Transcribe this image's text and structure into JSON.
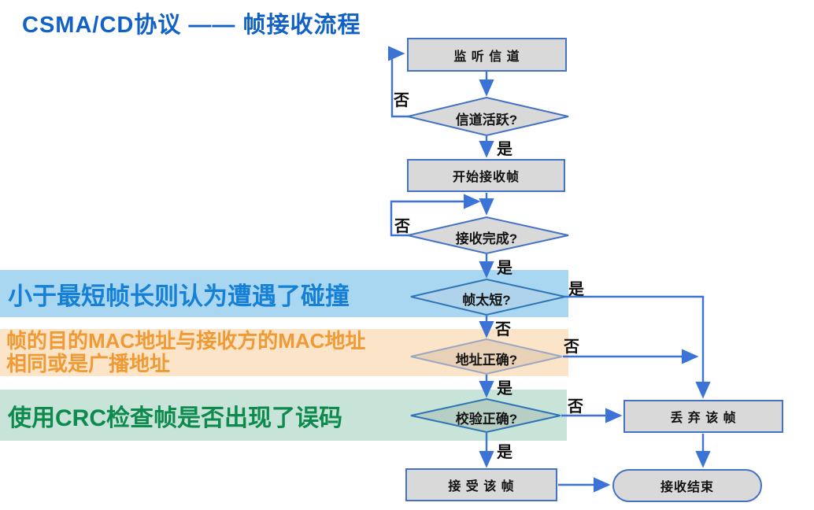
{
  "title": "CSMA/CD协议 —— 帧接收流程",
  "annotations": {
    "collision": {
      "text": "小于最短帧长则认为遭遇了碰撞",
      "color": "#1680d6",
      "bg": "#a9d7f2"
    },
    "mac": {
      "line1": "帧的目的MAC地址与接收方的MAC地址",
      "line2": "相同或是广播地址",
      "color": "#f09a35",
      "bg": "#fbe4c7"
    },
    "crc": {
      "text": "使用CRC检查帧是否出现了误码",
      "color": "#0d8a4e",
      "bg": "#c8e3d7"
    }
  },
  "flowchart": {
    "nodes": {
      "listen": "监 听 信 道",
      "channel_active": "信道活跃?",
      "start_receive": "开始接收帧",
      "receive_done": "接收完成?",
      "frame_short": "帧太短?",
      "address_ok": "地址正确?",
      "crc_ok": "校验正确?",
      "discard": "丢 弃 该 帧",
      "accept": "接 受 该 帧",
      "end": "接收结束"
    },
    "labels": {
      "active_no": "否",
      "active_yes": "是",
      "done_no": "否",
      "done_yes": "是",
      "short_yes": "是",
      "short_no": "否",
      "addr_no": "否",
      "addr_yes": "是",
      "crc_no": "否",
      "crc_yes": "是"
    },
    "colors": {
      "arrow": "#3b74d6",
      "node_fill": "#d9d9d9",
      "node_border": "#4472c4",
      "diamond_gray_fill": "#d9d9d9",
      "diamond_short_fill": "#aed3ea",
      "diamond_addr_fill": "#e9d1b8",
      "diamond_crc_fill": "#b6cec3",
      "title_color": "#1261c7"
    }
  }
}
